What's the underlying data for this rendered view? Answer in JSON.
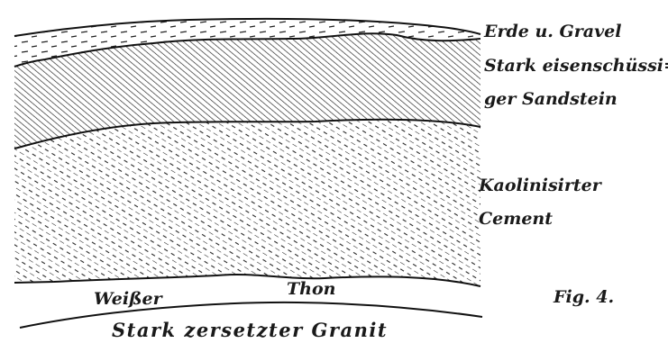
{
  "figure": {
    "layers": [
      {
        "id": "soil",
        "label": "Erde u. Gravel",
        "pattern": "sparse-dashes",
        "color": "#222222"
      },
      {
        "id": "sandstone",
        "label_line1": "Stark eisenschüssi=",
        "label_line2": "ger Sandstein",
        "pattern": "dense-hatch",
        "color": "#1e1e1e"
      },
      {
        "id": "kaolin",
        "label_line1": "Kaolinisirter",
        "label_line2": "Cement",
        "pattern": "diagonal-dashes",
        "color": "#262626"
      }
    ],
    "clay_label_left": "Weißer",
    "clay_label_right": "Thon",
    "granite_label": "Stark zersetzter Granit",
    "fig_label": "Fig. 4."
  }
}
